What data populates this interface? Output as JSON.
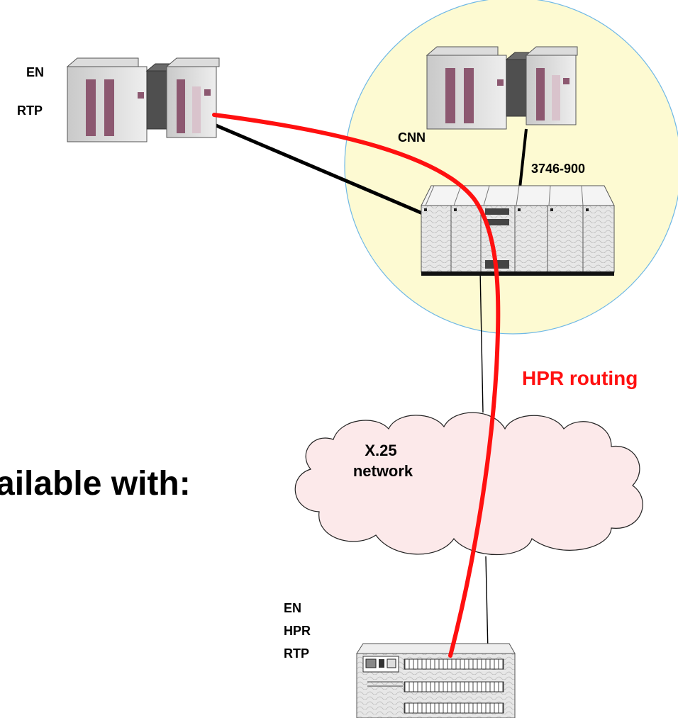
{
  "colors": {
    "background": "#ffffff",
    "cnn_zone_fill": "#fdfad2",
    "cnn_zone_stroke": "#6fb8e6",
    "cloud_fill": "#fce9ea",
    "hpr_route": "#ff1010",
    "link": "#000000"
  },
  "labels": {
    "host_top_role_1": "EN",
    "host_top_role_2": "RTP",
    "cnn": "CNN",
    "controller": "3746-900",
    "hpr_routing": "HPR routing",
    "x25_line_1": "X.25",
    "x25_line_2": "network",
    "en_line_1": "EN",
    "en_line_2": "HPR",
    "en_line_3": "RTP",
    "slide_fragment": "ailable with:"
  },
  "icons": {
    "host_left": "mainframe-icon",
    "host_cnn": "mainframe-icon",
    "controller": "communication-controller-icon",
    "end_node": "as400-server-icon",
    "network": "cloud-icon"
  }
}
